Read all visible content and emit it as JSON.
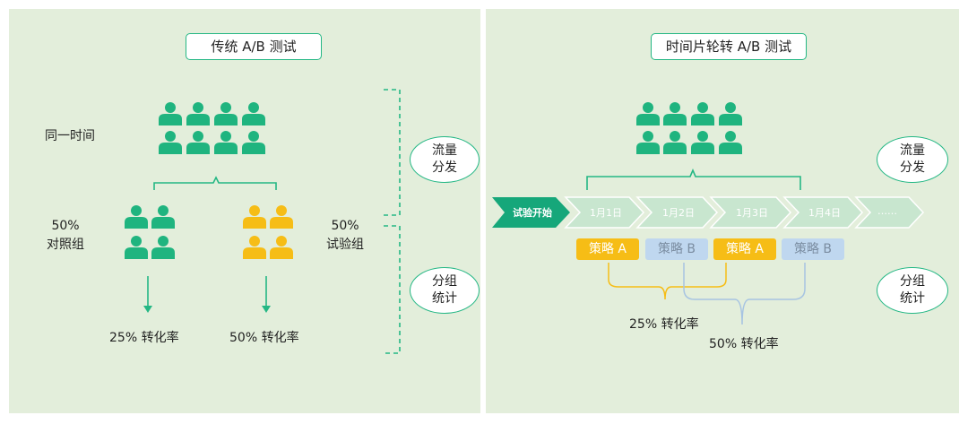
{
  "left_panel": {
    "title": "传统 A/B 测试",
    "same_time_label": "同一时间",
    "control": {
      "percent": "50%",
      "name": "对照组",
      "result": "25% 转化率"
    },
    "experiment": {
      "percent": "50%",
      "name": "试验组",
      "result": "50% 转化率"
    },
    "traffic_split": "流量\n分发",
    "group_stats": "分组\n统计"
  },
  "right_panel": {
    "title": "时间片轮转 A/B 测试",
    "timeline": [
      "试验开始",
      "1月1日",
      "1月2日",
      "1月3日",
      "1月4日",
      "……"
    ],
    "strategies": [
      {
        "label": "策略 A",
        "variant": "a"
      },
      {
        "label": "策略 B",
        "variant": "b"
      },
      {
        "label": "策略 A",
        "variant": "a"
      },
      {
        "label": "策略 B",
        "variant": "b"
      }
    ],
    "result_a": "25% 转化率",
    "result_b": "50% 转化率",
    "traffic_split": "流量\n分发",
    "group_stats": "分组\n统计"
  },
  "colors": {
    "green": "#1fb47f",
    "yellow": "#f6bd16",
    "light_blue": "#bfd7ef",
    "panel_bg": "#e3eedb",
    "chevron_light": "#c8e6cf",
    "chevron_dark": "#16a77a"
  }
}
